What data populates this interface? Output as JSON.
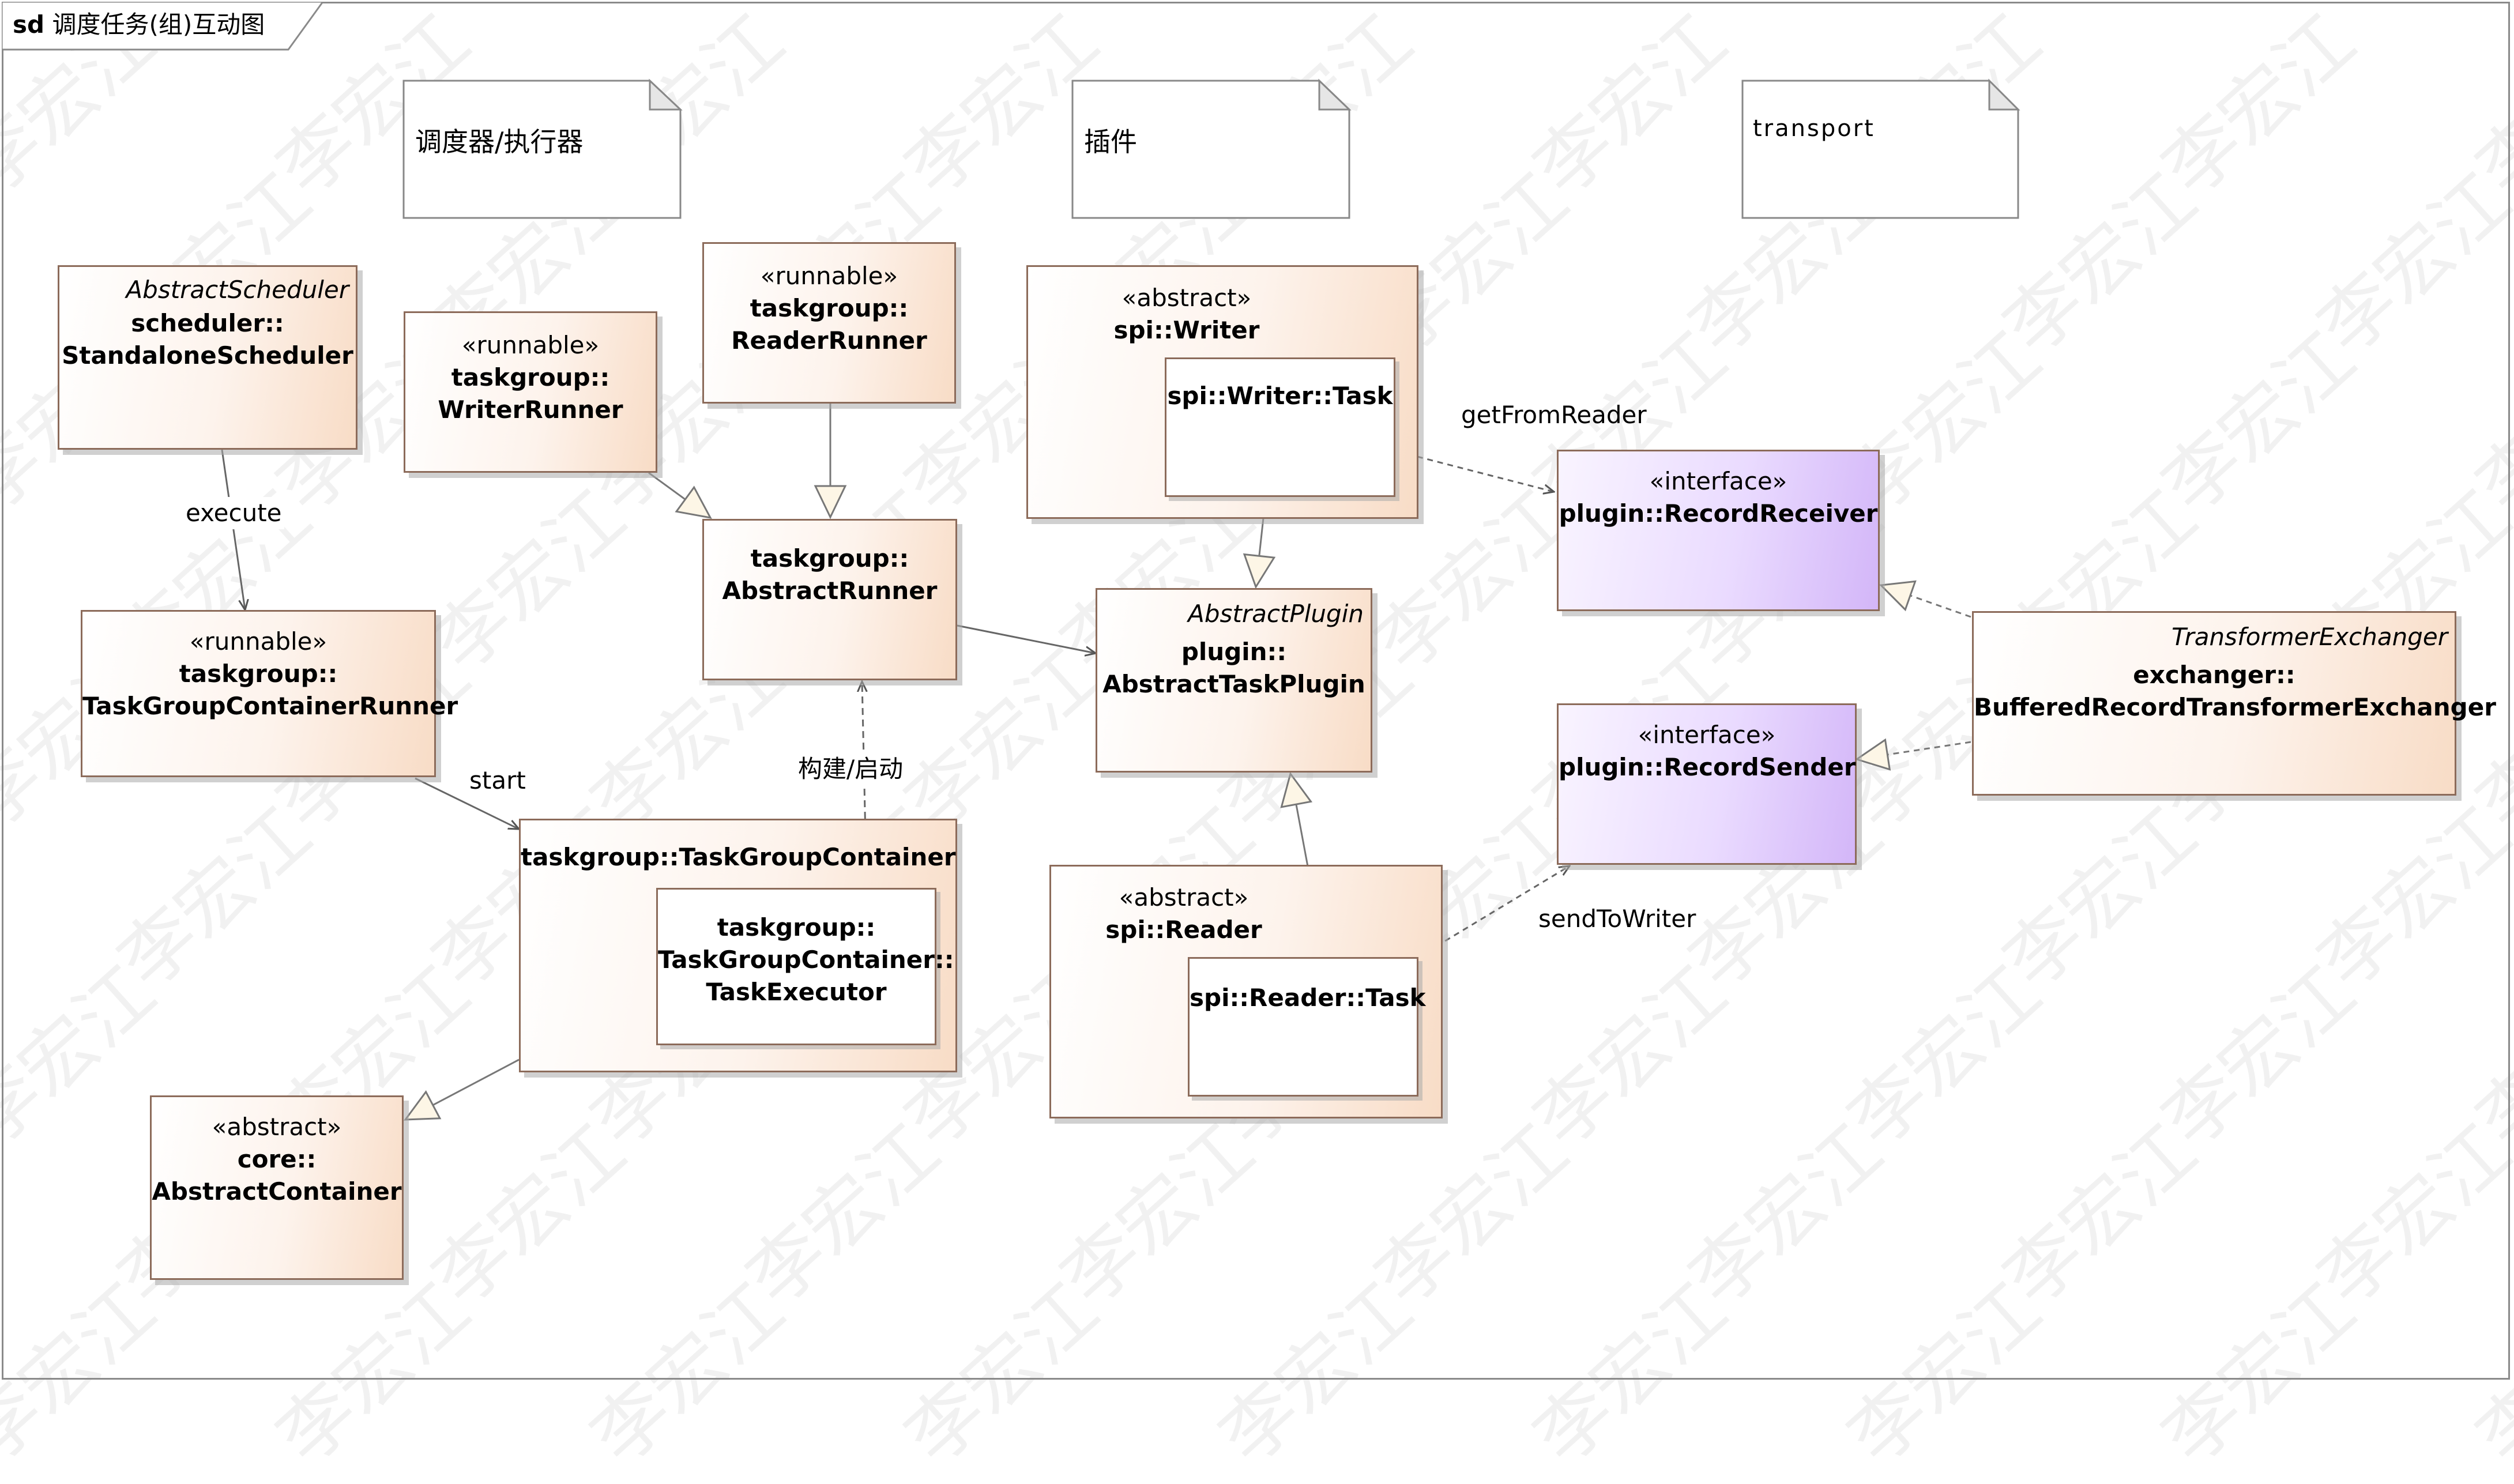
{
  "frame": {
    "prefix": "sd",
    "title": "调度任务(组)互动图"
  },
  "notes": {
    "scheduler_executor": "调度器/执行器",
    "plugin": "插件",
    "transport": "transport"
  },
  "elements": {
    "standalone_scheduler": {
      "italic": "AbstractScheduler",
      "line1": "scheduler::",
      "line2": "StandaloneScheduler"
    },
    "writer_runner": {
      "stereotype": "«runnable»",
      "line1": "taskgroup::",
      "line2": "WriterRunner"
    },
    "reader_runner": {
      "stereotype": "«runnable»",
      "line1": "taskgroup::",
      "line2": "ReaderRunner"
    },
    "abstract_runner": {
      "line1": "taskgroup::",
      "line2": "AbstractRunner"
    },
    "tgc_runner": {
      "stereotype": "«runnable»",
      "line1": "taskgroup::",
      "line2": "TaskGroupContainerRunner"
    },
    "task_group_container": {
      "title": "taskgroup::TaskGroupContainer"
    },
    "task_executor": {
      "line1": "taskgroup::",
      "line2": "TaskGroupContainer::",
      "line3": "TaskExecutor"
    },
    "abstract_container": {
      "stereotype": "«abstract»",
      "line1": "core::",
      "line2": "AbstractContainer"
    },
    "spi_writer": {
      "stereotype": "«abstract»",
      "title": "spi::Writer"
    },
    "writer_task": {
      "title": "spi::Writer::Task"
    },
    "abstract_task_plugin": {
      "italic": "AbstractPlugin",
      "line1": "plugin::",
      "line2": "AbstractTaskPlugin"
    },
    "spi_reader": {
      "stereotype": "«abstract»",
      "title": "spi::Reader"
    },
    "reader_task": {
      "title": "spi::Reader::Task"
    },
    "record_receiver": {
      "stereotype": "«interface»",
      "title": "plugin::RecordReceiver"
    },
    "record_sender": {
      "stereotype": "«interface»",
      "title": "plugin::RecordSender"
    },
    "exchanger": {
      "italic": "TransformerExchanger",
      "line1": "exchanger::",
      "line2": "BufferedRecordTransformerExchanger"
    }
  },
  "edge_labels": {
    "execute": "execute",
    "start": "start",
    "build_start": "构建/启动",
    "get_from_reader": "getFromReader",
    "send_to_writer": "sendToWriter"
  },
  "watermark": "李宏江",
  "colors": {
    "class_fill": "#f8dcc6",
    "interface_fill": "#d3b6f8",
    "border": "#8c6b5a",
    "frame": "#8a8a8a"
  }
}
